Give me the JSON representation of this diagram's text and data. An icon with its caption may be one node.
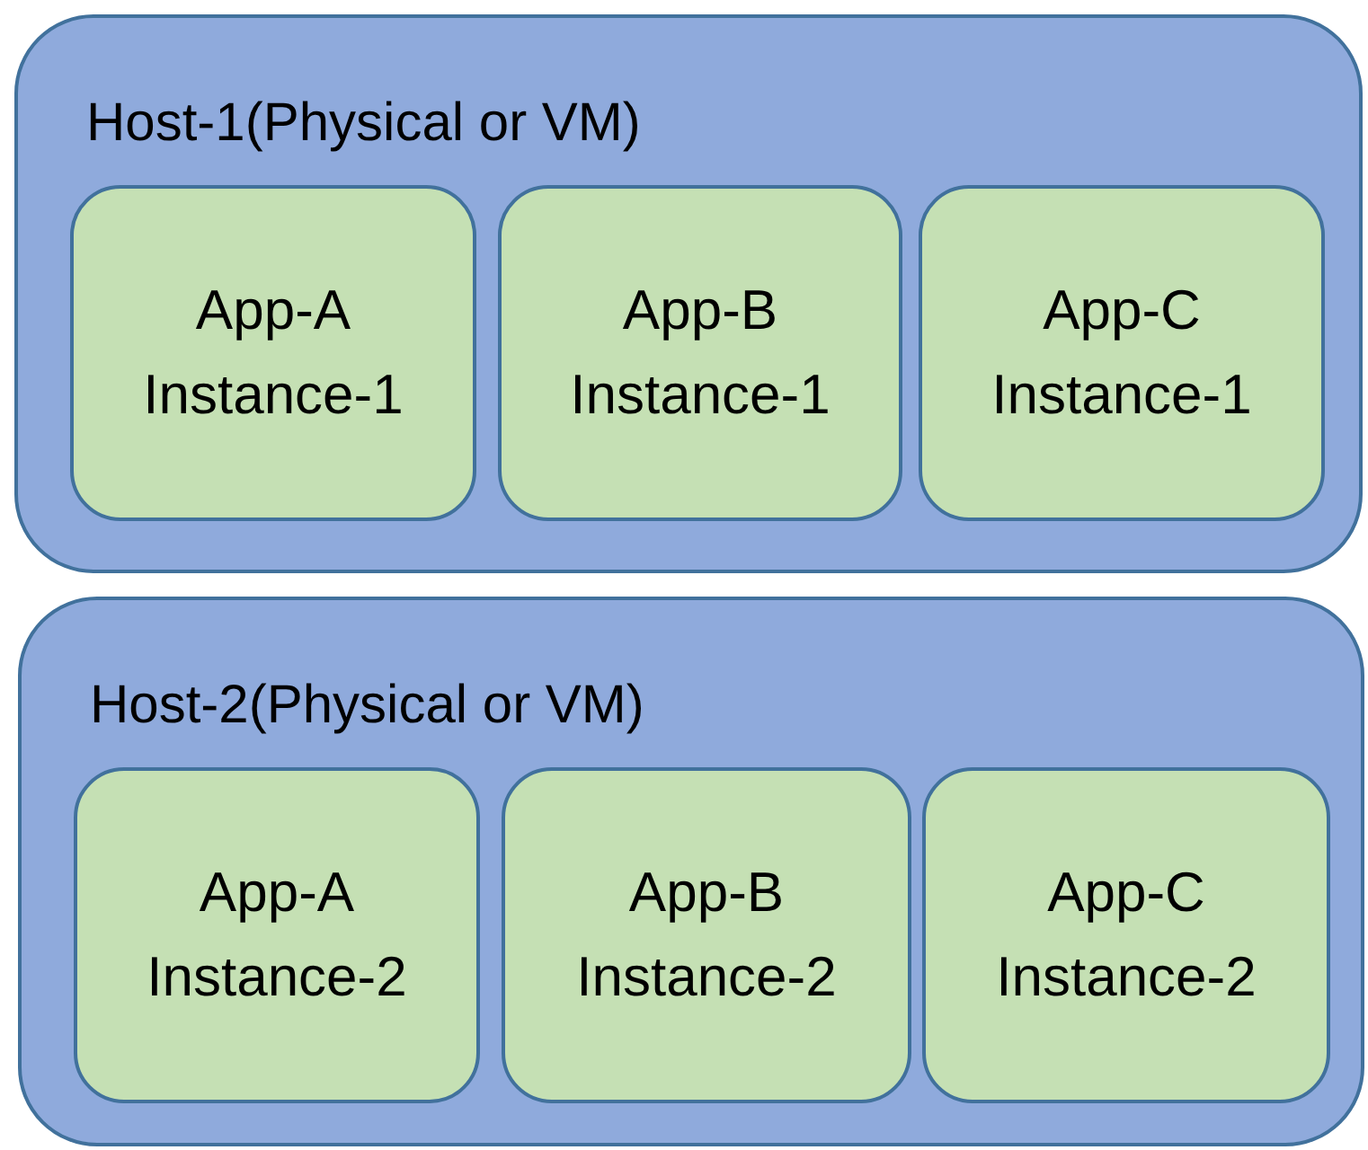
{
  "diagram": {
    "nodes": [
      {
        "text": [
          "Host-1(Physical or VM)"
        ]
      },
      {
        "text": [
          "App-A Instance-1"
        ],
        "in": 0
      },
      {
        "text": [
          "App-B Instance-1"
        ],
        "in": 0
      },
      {
        "text": [
          "App-C Instance-1"
        ],
        "in": 0
      },
      {
        "text": [
          "Host-2(Physical or VM)"
        ]
      },
      {
        "text": [
          "App-A Instance-2"
        ],
        "in": 4
      },
      {
        "text": [
          "App-B Instance-2"
        ],
        "in": 4
      },
      {
        "text": [
          "App-C Instance-2"
        ],
        "in": 4
      }
    ]
  }
}
